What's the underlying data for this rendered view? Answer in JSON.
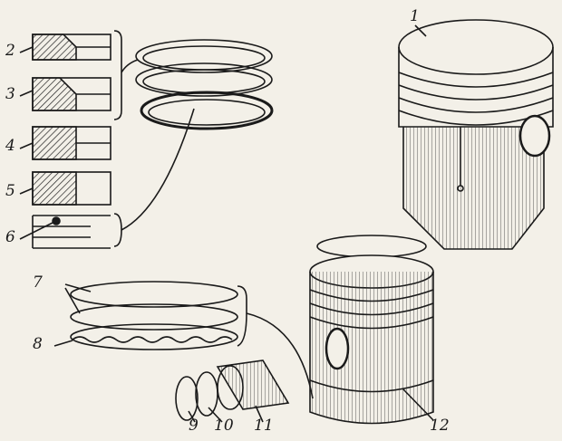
{
  "labels": {
    "l1": "1",
    "l2": "2",
    "l3": "3",
    "l4": "4",
    "l5": "5",
    "l6": "6",
    "l7": "7",
    "l8": "8",
    "l9": "9",
    "l10": "10",
    "l11": "11",
    "l12": "12"
  },
  "colors": {
    "ink": "#1a1a1a",
    "paper": "#f3f0e8"
  }
}
